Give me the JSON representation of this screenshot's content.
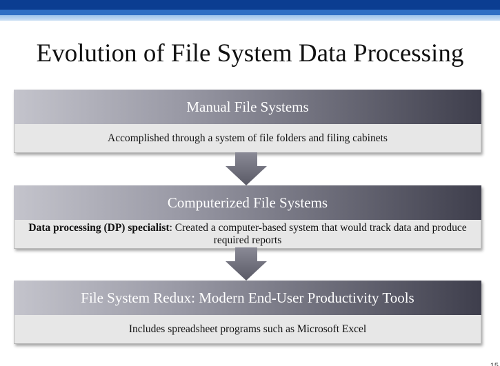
{
  "title": "Evolution of File System Data Processing",
  "stages": [
    {
      "heading": "Manual File Systems",
      "description": "Accomplished through a system of file folders and filing cabinets"
    },
    {
      "heading": "Computerized File Systems",
      "description_bold": "Data processing (DP) specialist",
      "description_rest": ": Created a computer-based system that would track data and produce required reports"
    },
    {
      "heading": "File System Redux: Modern End-User Productivity Tools",
      "description": "Includes spreadsheet programs such as Microsoft Excel"
    }
  ],
  "page_number": "15",
  "colors": {
    "header_gradient_light": "#c4c4cc",
    "header_gradient_dark": "#3e3e4c",
    "description_bg": "#e7e7e7",
    "arrow_fill": "#6e6e7a",
    "top_bar": "#0b3d91"
  }
}
